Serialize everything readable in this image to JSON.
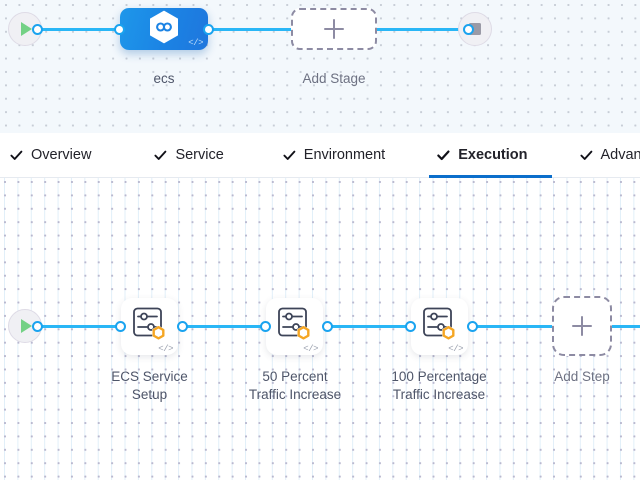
{
  "theme": {
    "accent_blue": "#29b6f6",
    "tab_active_underline": "#0b6ecb",
    "stage_node_blue": "#1b83e4",
    "step_badge_orange": "#f5a623",
    "play_green": "#73d185",
    "stop_grey": "#9a9aa6",
    "dashed_border": "#8d8ba3",
    "stage_canvas_bg": "#f3f8fc",
    "exec_canvas_bg": "#ffffff"
  },
  "stage_graph": {
    "start_node": {
      "name": "pipeline-start",
      "icon": "play-icon"
    },
    "end_node": {
      "name": "pipeline-end",
      "icon": "stop-icon"
    },
    "stages": [
      {
        "label": "ecs",
        "icon": "infinity-hexagon-icon",
        "badge": "code-glyph",
        "badge_text": "</>"
      }
    ],
    "add_stage": {
      "label": "Add Stage",
      "icon": "plus-icon"
    }
  },
  "tabs": {
    "items": [
      {
        "label": "Overview",
        "icon": "check-icon",
        "active": false
      },
      {
        "label": "Service",
        "icon": "check-icon",
        "active": false
      },
      {
        "label": "Environment",
        "icon": "check-icon",
        "active": false
      },
      {
        "label": "Execution",
        "icon": "check-icon",
        "active": true
      },
      {
        "label": "Advance",
        "icon": "check-icon",
        "active": false
      }
    ]
  },
  "execution_graph": {
    "start_node": {
      "name": "execution-start",
      "icon": "play-icon"
    },
    "steps": [
      {
        "label_line1": "ECS Service",
        "label_line2": "Setup",
        "icon": "sliders-settings-icon",
        "badge": "hexagon-badge-icon",
        "badge_text": "</>"
      },
      {
        "label_line1": "50 Percent",
        "label_line2": "Traffic Increase",
        "icon": "sliders-settings-icon",
        "badge": "hexagon-badge-icon",
        "badge_text": "</>"
      },
      {
        "label_line1": "100 Percentage",
        "label_line2": "Traffic Increase",
        "icon": "sliders-settings-icon",
        "badge": "hexagon-badge-icon",
        "badge_text": "</>"
      }
    ],
    "add_step": {
      "label": "Add Step",
      "icon": "plus-icon"
    }
  }
}
